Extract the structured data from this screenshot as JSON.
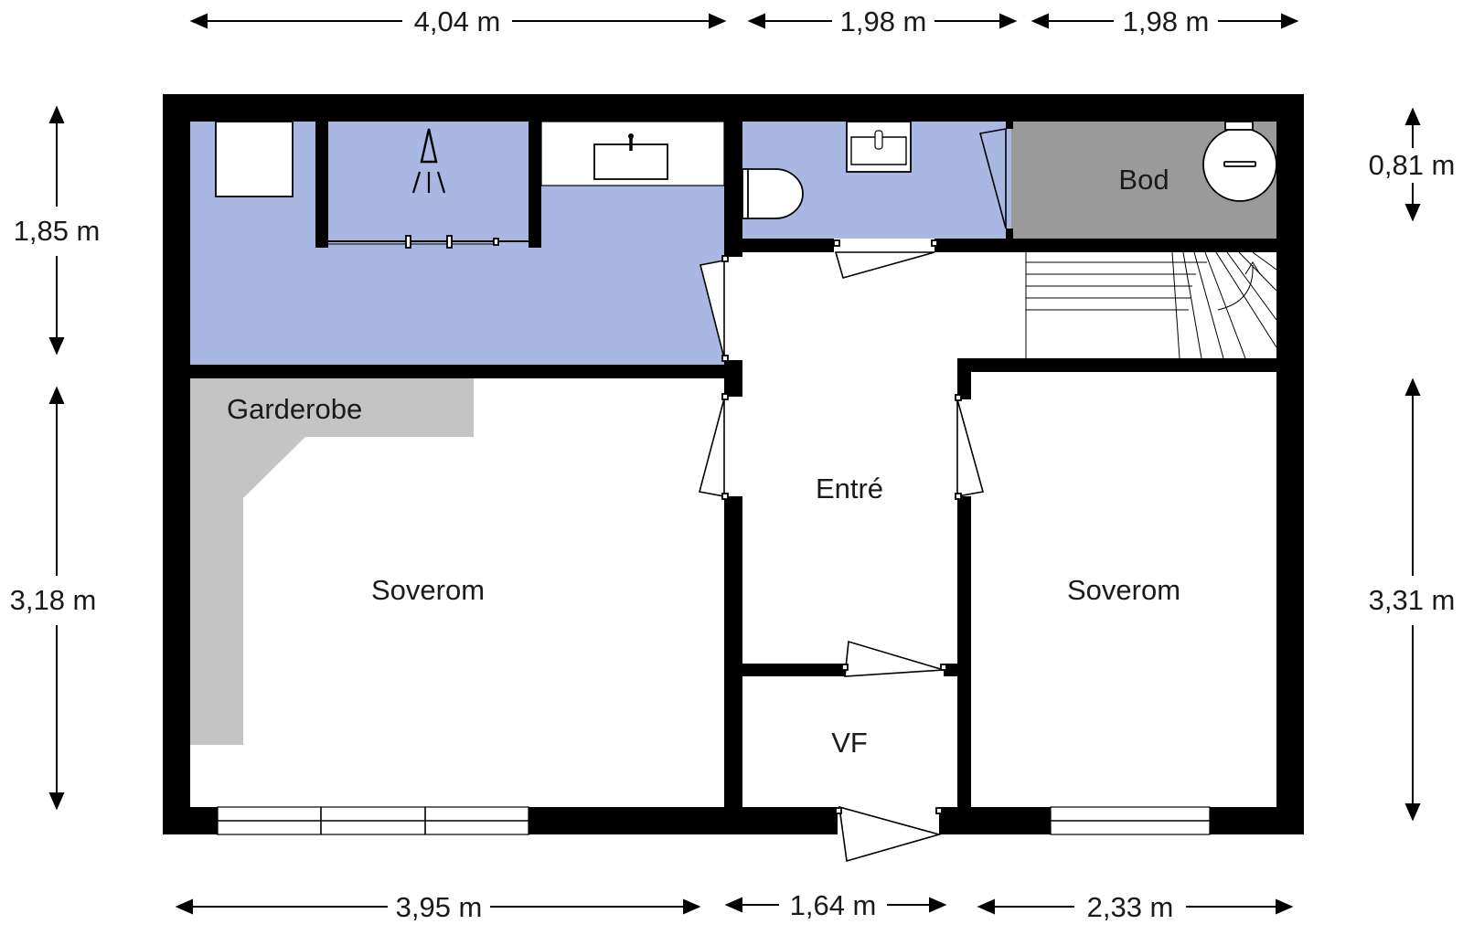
{
  "rooms": {
    "bod": "Bod",
    "garderobe": "Garderobe",
    "entre": "Entré",
    "soverom_left": "Soverom",
    "soverom_right": "Soverom",
    "vf": "VF"
  },
  "dimensions": {
    "top_1": "4,04 m",
    "top_2": "1,98 m",
    "top_3": "1,98 m",
    "bottom_1": "3,95 m",
    "bottom_2": "1,64 m",
    "bottom_3": "2,33 m",
    "left_1": "1,85 m",
    "left_2": "3,18 m",
    "right_1": "0,81 m",
    "right_2": "3,31 m"
  },
  "colors": {
    "wall": "#000000",
    "wet_room": "#a8b8e3",
    "storage": "#9a9a9a",
    "wardrobe": "#c4c4c4",
    "floor": "#ffffff"
  }
}
